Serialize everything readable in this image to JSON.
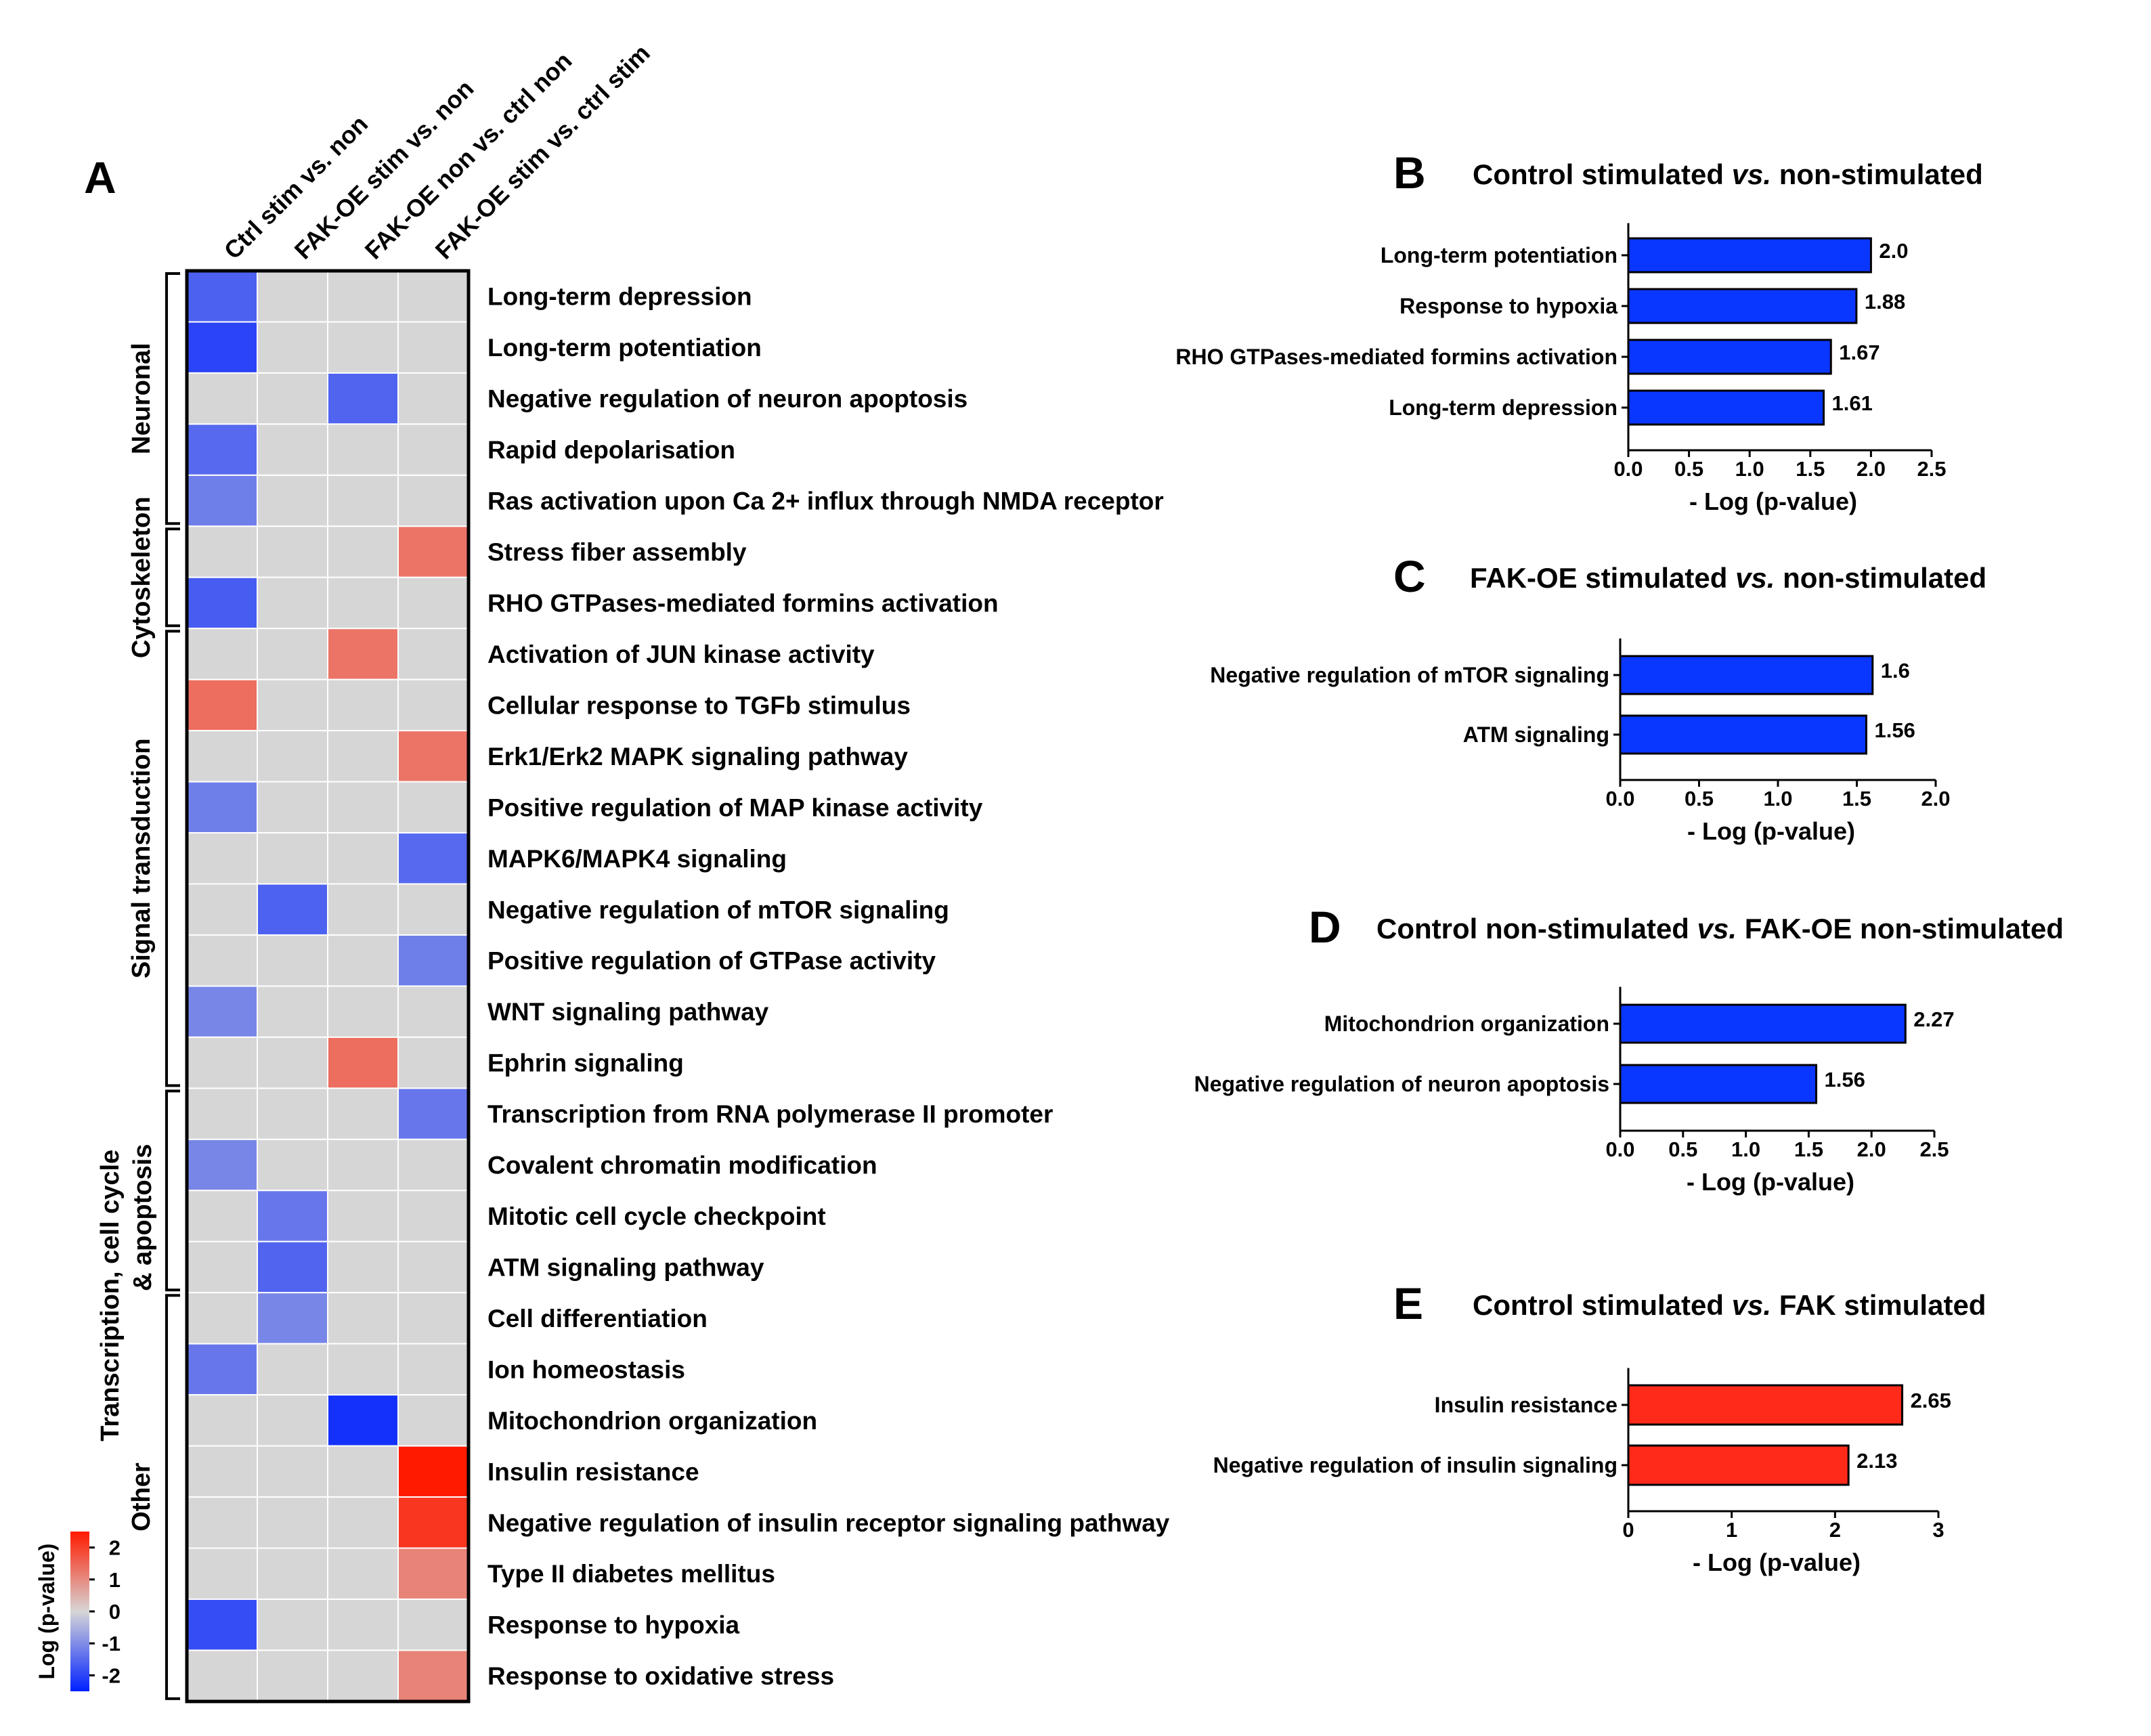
{
  "figure": {
    "panel_A_letter": "A",
    "heatmap": {
      "columns": [
        "Ctrl stim vs. non",
        "FAK-OE stim vs. non",
        "FAK-OE non vs. ctrl non",
        "FAK-OE stim vs. ctrl stim"
      ],
      "rows": [
        "Long-term depression",
        "Long-term potentiation",
        "Negative regulation of neuron apoptosis",
        "Rapid depolarisation",
        "Ras activation upon Ca 2+ influx through NMDA receptor",
        "Stress fiber assembly",
        "RHO GTPases-mediated formins activation",
        "Activation of JUN kinase activity",
        "Cellular response to TGFb stimulus",
        "Erk1/Erk2 MAPK signaling pathway",
        "Positive regulation of MAP kinase activity",
        "MAPK6/MAPK4 signaling",
        "Negative regulation of mTOR signaling",
        "Positive regulation of GTPase activity",
        "WNT signaling pathway",
        "Ephrin signaling",
        "Transcription from RNA polymerase II promoter",
        "Covalent chromatin modification",
        "Mitotic cell cycle checkpoint",
        "ATM signaling pathway",
        "Cell differentiation",
        "Ion homeostasis",
        "Mitochondrion organization",
        "Insulin resistance",
        "Negative regulation of insulin receptor signaling pathway",
        "Type II diabetes mellitus",
        "Response to hypoxia",
        "Response to oxidative stress"
      ],
      "groups": [
        {
          "label": "Neuronal",
          "first_row": 0,
          "last_row": 4
        },
        {
          "label": "Cytoskeleton",
          "first_row": 5,
          "last_row": 6
        },
        {
          "label": "Signal transduction",
          "first_row": 7,
          "last_row": 15
        },
        {
          "label": "Transcription, cell cycle",
          "label2": "& apoptosis",
          "first_row": 16,
          "last_row": 19
        },
        {
          "label": "Other",
          "first_row": 20,
          "last_row": 27
        }
      ],
      "colorbar": {
        "title": "Log (p-value)",
        "ticks": [
          "2",
          "1",
          "0",
          "-1",
          "-2"
        ],
        "min": -2.5,
        "max": 2.5,
        "colors": {
          "neg": "#0020ff",
          "mid": "#d6d6d6",
          "pos": "#ff1a00"
        }
      }
    },
    "panels": [
      {
        "letter": "B",
        "title_a": "Control stimulated ",
        "title_em": "vs.",
        "title_b": " non-stimulated",
        "xlabel": "- Log (p-value)",
        "xticks": [
          "0.0",
          "0.5",
          "1.0",
          "1.5",
          "2.0",
          "2.5"
        ],
        "xmax": 2.5,
        "color": "#0a37ff"
      },
      {
        "letter": "C",
        "title_a": "FAK-OE stimulated ",
        "title_em": "vs.",
        "title_b": " non-stimulated",
        "xlabel": "- Log (p-value)",
        "xticks": [
          "0.0",
          "0.5",
          "1.0",
          "1.5",
          "2.0"
        ],
        "xmax": 2.0,
        "color": "#0a37ff"
      },
      {
        "letter": "D",
        "title_a": "Control non-stimulated ",
        "title_em": "vs.",
        "title_b": " FAK-OE non-stimulated",
        "xlabel": "- Log (p-value)",
        "xticks": [
          "0.0",
          "0.5",
          "1.0",
          "1.5",
          "2.0",
          "2.5"
        ],
        "xmax": 2.5,
        "color": "#0a37ff"
      },
      {
        "letter": "E",
        "title_a": "Control stimulated ",
        "title_em": "vs.",
        "title_b": " FAK stimulated",
        "xlabel": "- Log (p-value)",
        "xticks": [
          "0",
          "1",
          "2",
          "3"
        ],
        "xmax": 3,
        "color": "#ff2a1a"
      }
    ]
  },
  "chart_data": [
    {
      "type": "heatmap",
      "title": "",
      "x_categories": [
        "Ctrl stim vs. non",
        "FAK-OE stim vs. non",
        "FAK-OE non vs. ctrl non",
        "FAK-OE stim vs. ctrl stim"
      ],
      "y_categories": [
        "Long-term depression",
        "Long-term potentiation",
        "Negative regulation of neuron apoptosis",
        "Rapid depolarisation",
        "Ras activation upon Ca 2+ influx through NMDA receptor",
        "Stress fiber assembly",
        "RHO GTPases-mediated formins activation",
        "Activation of JUN kinase activity",
        "Cellular response to TGFb stimulus",
        "Erk1/Erk2 MAPK signaling pathway",
        "Positive regulation of MAP kinase activity",
        "MAPK6/MAPK4 signaling",
        "Negative regulation of mTOR signaling",
        "Positive regulation of GTPase activity",
        "WNT signaling pathway",
        "Ephrin signaling",
        "Transcription from RNA polymerase II promoter",
        "Covalent chromatin modification",
        "Mitotic cell cycle checkpoint",
        "ATM signaling pathway",
        "Cell differentiation",
        "Ion homeostasis",
        "Mitochondrion organization",
        "Insulin resistance",
        "Negative regulation of insulin receptor signaling pathway",
        "Type II diabetes mellitus",
        "Response to hypoxia",
        "Response to oxidative stress"
      ],
      "values": [
        [
          -1.61,
          0,
          0,
          0
        ],
        [
          -2.0,
          0,
          0,
          0
        ],
        [
          0,
          0,
          -1.56,
          0
        ],
        [
          -1.5,
          0,
          0,
          0
        ],
        [
          -1.2,
          0,
          0,
          0
        ],
        [
          0,
          0,
          0,
          1.3
        ],
        [
          -1.67,
          0,
          0,
          0
        ],
        [
          0,
          0,
          1.3,
          0
        ],
        [
          1.4,
          0,
          0,
          0
        ],
        [
          0,
          0,
          0,
          1.3
        ],
        [
          -1.2,
          0,
          0,
          0
        ],
        [
          0,
          0,
          0,
          -1.5
        ],
        [
          0,
          -1.6,
          0,
          0
        ],
        [
          0,
          0,
          0,
          -1.2
        ],
        [
          -1.1,
          0,
          0,
          0
        ],
        [
          0,
          0,
          1.4,
          0
        ],
        [
          0,
          0,
          0,
          -1.3
        ],
        [
          -1.1,
          0,
          0,
          0
        ],
        [
          0,
          -1.3,
          0,
          0
        ],
        [
          0,
          -1.56,
          0,
          0
        ],
        [
          0,
          -1.1,
          0,
          0
        ],
        [
          -1.3,
          0,
          0,
          0
        ],
        [
          0,
          0,
          -2.27,
          0
        ],
        [
          0,
          0,
          0,
          2.65
        ],
        [
          0,
          0,
          0,
          2.13
        ],
        [
          0,
          0,
          0,
          1.1
        ],
        [
          -1.88,
          0,
          0,
          0
        ],
        [
          0,
          0,
          0,
          1.1
        ]
      ],
      "colorbar_label": "Log (p-value)",
      "colorbar_range": [
        -2,
        2
      ]
    },
    {
      "type": "bar",
      "orientation": "horizontal",
      "title": "Control stimulated vs. non-stimulated",
      "categories": [
        "Long-term potentiation",
        "Response to hypoxia",
        "RHO GTPases-mediated formins activation",
        "Long-term depression"
      ],
      "values": [
        2.0,
        1.88,
        1.67,
        1.61
      ],
      "labels": [
        "2.0",
        "1.88",
        "1.67",
        "1.61"
      ],
      "xlabel": "- Log (p-value)",
      "xlim": [
        0,
        2.5
      ]
    },
    {
      "type": "bar",
      "orientation": "horizontal",
      "title": "FAK-OE stimulated vs. non-stimulated",
      "categories": [
        "Negative regulation of mTOR signaling",
        "ATM signaling"
      ],
      "values": [
        1.6,
        1.56
      ],
      "labels": [
        "1.6",
        "1.56"
      ],
      "xlabel": "- Log (p-value)",
      "xlim": [
        0,
        2.0
      ]
    },
    {
      "type": "bar",
      "orientation": "horizontal",
      "title": "Control non-stimulated vs. FAK-OE non-stimulated",
      "categories": [
        "Mitochondrion organization",
        "Negative regulation of neuron apoptosis"
      ],
      "values": [
        2.27,
        1.56
      ],
      "labels": [
        "2.27",
        "1.56"
      ],
      "xlabel": "- Log (p-value)",
      "xlim": [
        0,
        2.5
      ]
    },
    {
      "type": "bar",
      "orientation": "horizontal",
      "title": "Control stimulated vs. FAK stimulated",
      "categories": [
        "Insulin resistance",
        "Negative regulation of insulin signaling"
      ],
      "values": [
        2.65,
        2.13
      ],
      "labels": [
        "2.65",
        "2.13"
      ],
      "xlabel": "- Log (p-value)",
      "xlim": [
        0,
        3
      ]
    }
  ]
}
